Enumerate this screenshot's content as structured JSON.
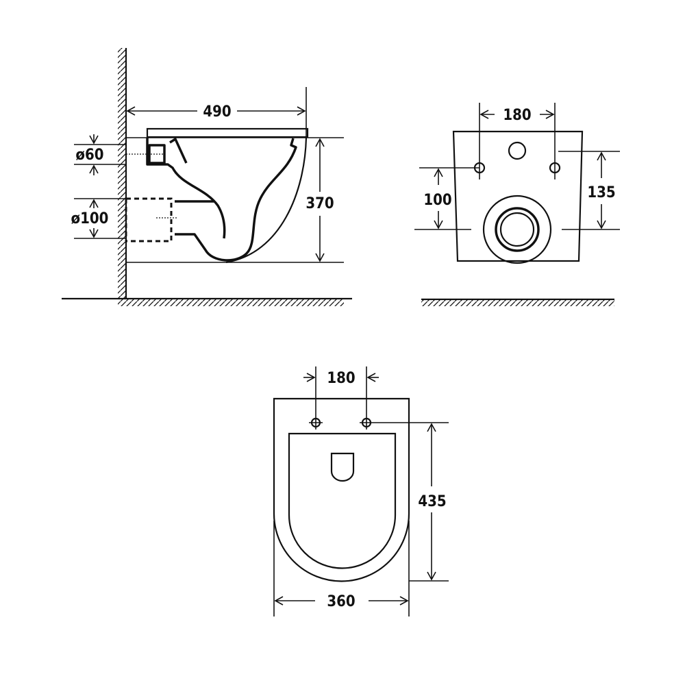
{
  "side_view": {
    "width_label": "490",
    "height_label": "370",
    "inlet_label": "ø60",
    "outlet_label": "ø100"
  },
  "front_view": {
    "bolt_spacing_label": "180",
    "bolt_height_label": "100",
    "inlet_height_label": "135"
  },
  "top_view": {
    "hinge_spacing_label": "180",
    "length_label": "435",
    "width_label": "360"
  }
}
